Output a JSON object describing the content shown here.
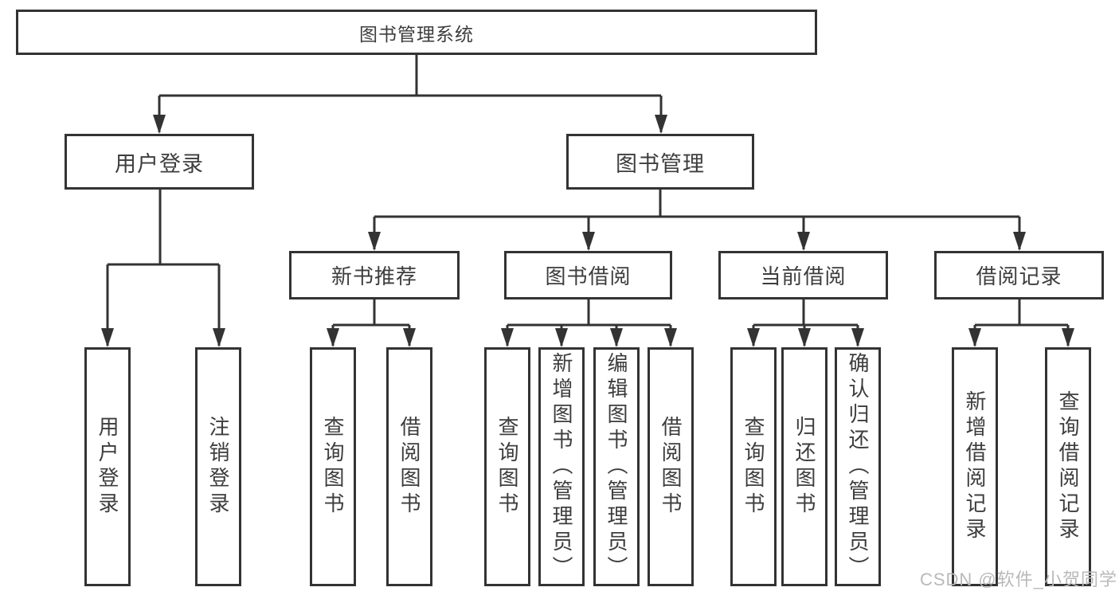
{
  "tree": {
    "root": {
      "label": "图书管理系统"
    },
    "user_login": {
      "label": "用户登录",
      "children": [
        {
          "label": "用户登录"
        },
        {
          "label": "注销登录"
        }
      ]
    },
    "book_mgmt": {
      "label": "图书管理",
      "sections": [
        {
          "label": "新书推荐",
          "children": [
            {
              "label": "查询图书"
            },
            {
              "label": "借阅图书"
            }
          ]
        },
        {
          "label": "图书借阅",
          "children": [
            {
              "label": "查询图书"
            },
            {
              "label": "新增图书（管理员）"
            },
            {
              "label": "编辑图书（管理员）"
            },
            {
              "label": "借阅图书"
            }
          ]
        },
        {
          "label": "当前借阅",
          "children": [
            {
              "label": "查询图书"
            },
            {
              "label": "归还图书"
            },
            {
              "label": "确认归还（管理员）"
            }
          ]
        },
        {
          "label": "借阅记录",
          "children": [
            {
              "label": "新增借阅记录"
            },
            {
              "label": "查询借阅记录"
            }
          ]
        }
      ]
    }
  },
  "watermark": "CSDN @软件_小贺同学",
  "colors": {
    "line": "#333333",
    "text": "#3d3d3d",
    "watermark": "#b9b9b9",
    "background": "#ffffff"
  }
}
